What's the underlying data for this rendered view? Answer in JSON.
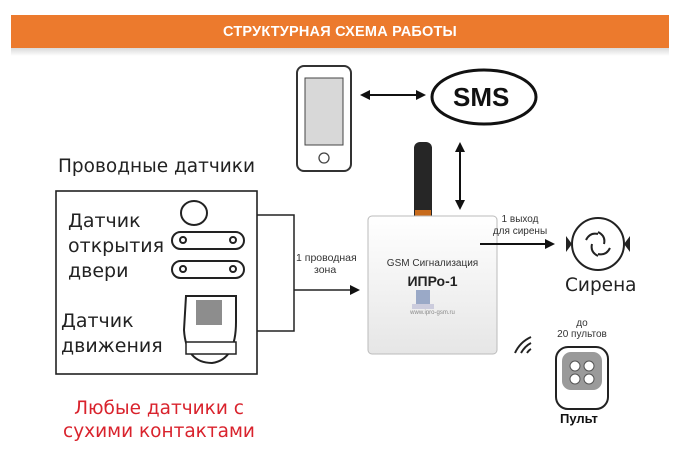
{
  "header": {
    "title": "СТРУКТУРНАЯ СХЕМА РАБОТЫ",
    "color": "#ec7a2d"
  },
  "sms": {
    "label": "SMS"
  },
  "wired": {
    "title": "Проводные датчики",
    "door_sensor": [
      "Датчик",
      "открытия",
      "двери"
    ],
    "motion_sensor": [
      "Датчик",
      "движения"
    ]
  },
  "zone": {
    "label": [
      "1 проводная",
      "зона"
    ]
  },
  "device": {
    "line1": "GSM Сигнализация",
    "model": "ИПРо-1",
    "site": "www.ipro-gsm.ru"
  },
  "siren_out": {
    "label": [
      "1 выход",
      "для сирены"
    ]
  },
  "siren": {
    "label": "Сирена"
  },
  "remotes": {
    "note": [
      "до",
      "20 пультов"
    ],
    "label": "Пульт"
  },
  "footer": {
    "lines": [
      "Любые датчики с",
      "сухими контактами"
    ],
    "color": "#d9232d"
  }
}
